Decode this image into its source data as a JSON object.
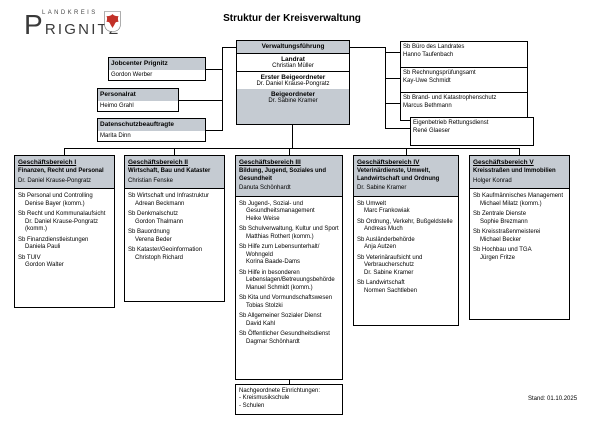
{
  "meta": {
    "title": "Struktur der Kreisverwaltung",
    "stand": "Stand: 01.10.2025"
  },
  "logo": {
    "line1": "LANDKREIS",
    "line2": "PRIGNITZ",
    "coat_of_arms": "prignitz-eagle-crest",
    "eagle_color": "#c23128"
  },
  "colors": {
    "box_header_fill": "#c5cbd2",
    "border": "#000000"
  },
  "leadership": {
    "header": "Verwaltungsführung",
    "entries": [
      {
        "role": "Landrat",
        "name": "Christian Müller"
      },
      {
        "role": "Erster Beigeordneter",
        "name": "Dr. Daniel Krause-Pongratz"
      },
      {
        "role": "Beigeordneter",
        "name": "Dr. Sabine Kramer"
      }
    ]
  },
  "staff_boxes_left": [
    {
      "title": "Jobcenter Prignitz",
      "name": "Gordon Werber"
    },
    {
      "title": "Personalrat",
      "name": "Heimo Grahl"
    },
    {
      "title": "Datenschutzbeauftragte",
      "name": "Marita Dinn"
    }
  ],
  "staff_boxes_right": [
    {
      "title": "Sb Büro des Landrates",
      "name": "Hanno Taufenbach"
    },
    {
      "title": "Sb Rechnungsprüfungsamt",
      "name": "Kay-Uwe Schmidt"
    },
    {
      "title": "Sb Brand- und Katastrophenschutz",
      "name": "Marcus Bethmann"
    },
    {
      "title": "Eigenbetrieb Rettungsdienst",
      "name": "René Glaeser"
    }
  ],
  "departments": [
    {
      "title": "Geschäftsbereich I",
      "subtitle": "Finanzen, Recht und Personal",
      "head": "Dr. Daniel Krause-Pongratz",
      "units": [
        {
          "unit": "Sb Personal und Controlling",
          "name": "Denise Bayer (komm.)"
        },
        {
          "unit": "Sb Recht und Kommunalaufsicht",
          "name": "Dr. Daniel Krause-Pongratz (komm.)"
        },
        {
          "unit": "Sb Finanzdienstleistungen",
          "name": "Daniela Pauli"
        },
        {
          "unit": "Sb TUIV",
          "name": "Gordon Walter"
        }
      ]
    },
    {
      "title": "Geschäftsbereich II",
      "subtitle": "Wirtschaft, Bau und Kataster",
      "head": "Christian Fenske",
      "units": [
        {
          "unit": "Sb Wirtschaft und Infrastruktur",
          "name": "Adrean Beckmann"
        },
        {
          "unit": "Sb Denkmalschutz",
          "name": "Gordon Thalmann"
        },
        {
          "unit": "Sb Bauordnung",
          "name": "Verena Beder"
        },
        {
          "unit": "Sb Kataster/Geoinformation",
          "name": "Christoph Richard"
        }
      ]
    },
    {
      "title": "Geschäftsbereich III",
      "subtitle": "Bildung, Jugend, Soziales und Gesundheit",
      "head": "Danuta Schönhardt",
      "units": [
        {
          "unit": "Sb Jugend-, Sozial- und Gesundheitsmanagement",
          "name": "Heike Weise"
        },
        {
          "unit": "Sb Schulverwaltung, Kultur und Sport",
          "name": "Matthias Rothert (komm.)"
        },
        {
          "unit": "Sb Hilfe zum Lebensunterhalt/ Wohngeld",
          "name": "Korina Baade-Dams"
        },
        {
          "unit": "Sb Hilfe in besonderen Lebenslagen/Betreuungsbehörde",
          "name": "Manuel Schmidt (komm.)"
        },
        {
          "unit": "Sb Kita und Vormundschaftswesen",
          "name": "Tobias Stolzki"
        },
        {
          "unit": "Sb Allgemeiner Sozialer Dienst",
          "name": "David Kahl"
        },
        {
          "unit": "Sb Öffentlicher Gesundheitsdienst",
          "name": "Dagmar Schönhardt"
        }
      ],
      "subordinate": {
        "title": "Nachgeordnete Einrichtungen:",
        "items": [
          "- Kreismusikschule",
          "- Schulen"
        ]
      }
    },
    {
      "title": "Geschäftsbereich IV",
      "subtitle": "Veterinärdienste, Umwelt, Landwirtschaft und Ordnung",
      "head": "Dr. Sabine Kramer",
      "units": [
        {
          "unit": "Sb Umwelt",
          "name": "Marc Frankowiak"
        },
        {
          "unit": "Sb Ordnung, Verkehr, Bußgeldstelle",
          "name": "Andreas Much"
        },
        {
          "unit": "Sb Ausländerbehörde",
          "name": "Anja Autzen"
        },
        {
          "unit": "Sb Veterinäraufsicht und Verbraucherschutz",
          "name": "Dr. Sabine Kramer"
        },
        {
          "unit": "Sb Landwirtschaft",
          "name": "Normen Sachtleben"
        }
      ]
    },
    {
      "title": "Geschäftsbereich V",
      "subtitle": "Kreisstraßen und Immobilien",
      "head": "Holger Konrad",
      "units": [
        {
          "unit": "Sb Kaufmännisches Management",
          "name": "Michael Milatz (komm.)"
        },
        {
          "unit": "Sb Zentrale Dienste",
          "name": "Sophie Brezmann"
        },
        {
          "unit": "Sb Kreisstraßenmeisterei",
          "name": "Michael Becker"
        },
        {
          "unit": "Sb Hochbau und TGA",
          "name": "Jürgen Fritze"
        }
      ]
    }
  ]
}
